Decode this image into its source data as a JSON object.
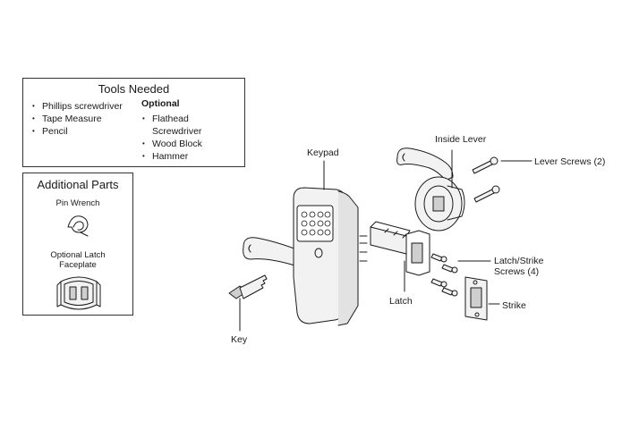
{
  "tools": {
    "title": "Tools Needed",
    "required": [
      "Phillips screwdriver",
      "Tape Measure",
      "Pencil"
    ],
    "optional_title": "Optional",
    "optional": [
      "Flathead",
      "Screwdriver",
      "Wood Block",
      "Hammer"
    ]
  },
  "additional": {
    "title": "Additional Parts",
    "pin_wrench": "Pin Wrench",
    "latch_faceplate_line1": "Optional Latch",
    "latch_faceplate_line2": "Faceplate"
  },
  "labels": {
    "keypad": "Keypad",
    "inside_lever": "Inside Lever",
    "lever_screws": "Lever Screws (2)",
    "latch_strike_screws_line1": "Latch/Strike",
    "latch_strike_screws_line2": "Screws (4)",
    "latch": "Latch",
    "strike": "Strike",
    "key": "Key"
  },
  "colors": {
    "line": "#1a1a1a",
    "part_fill": "#f2f2f2",
    "shade": "#cfcfcf"
  }
}
